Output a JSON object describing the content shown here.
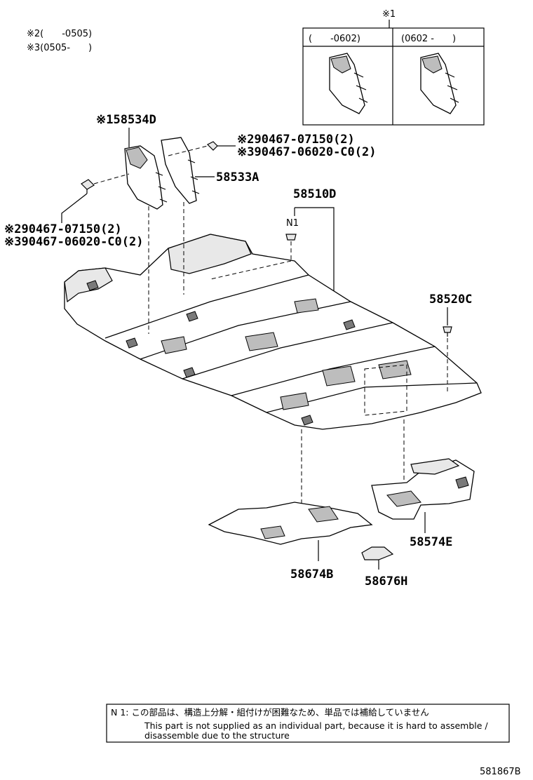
{
  "legend": {
    "line1": "※2(　　-0505)",
    "line2": "※3(0505-　　)"
  },
  "inset": {
    "mark": "※1",
    "col1": "(　　-0602)",
    "col2": "(0602 -　　)"
  },
  "labels": {
    "p58534D": "※158534D",
    "p90467a": "※290467-07150(2)",
    "p90467b": "※390467-06020-C0(2)",
    "p58533A": "58533A",
    "p58510D": "58510D",
    "n1": "N1",
    "p90467c": "※290467-07150(2)",
    "p90467d": "※390467-06020-C0(2)",
    "p58520C": "58520C",
    "p58574E": "58574E",
    "p58674B": "58674B",
    "p58676H": "58676H"
  },
  "footnote": {
    "jp": "N 1: この部品は、構造上分解・組付けが困難なため、単品では補給していません",
    "en1": "This part is not supplied as an individual part, because it is hard to assemble /",
    "en2": "disassemble due to the structure"
  },
  "diagram_id": "581867B"
}
